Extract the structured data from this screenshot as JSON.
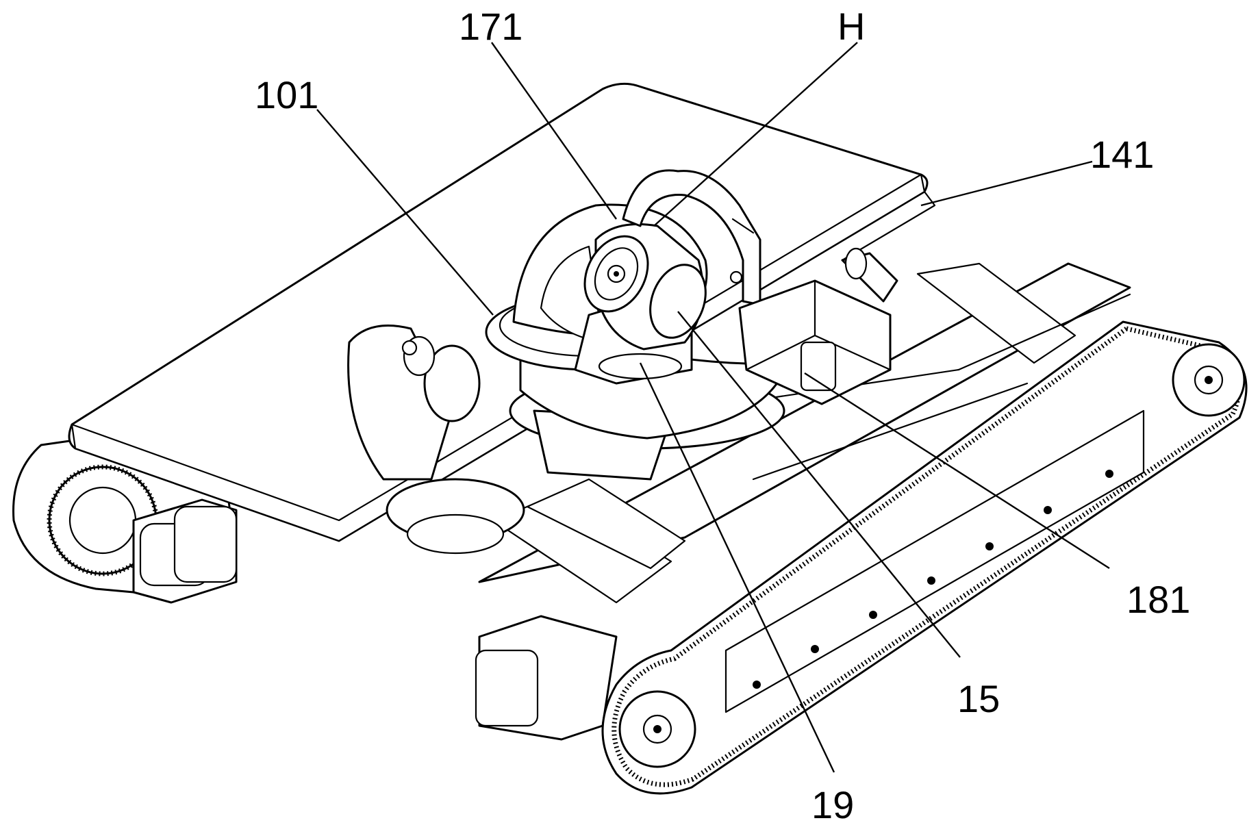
{
  "callouts": [
    {
      "id": "171",
      "text": "171"
    },
    {
      "id": "H",
      "text": "H"
    },
    {
      "id": "101",
      "text": "101"
    },
    {
      "id": "141",
      "text": "141"
    },
    {
      "id": "181",
      "text": "181"
    },
    {
      "id": "15",
      "text": "15"
    },
    {
      "id": "19",
      "text": "19"
    }
  ]
}
